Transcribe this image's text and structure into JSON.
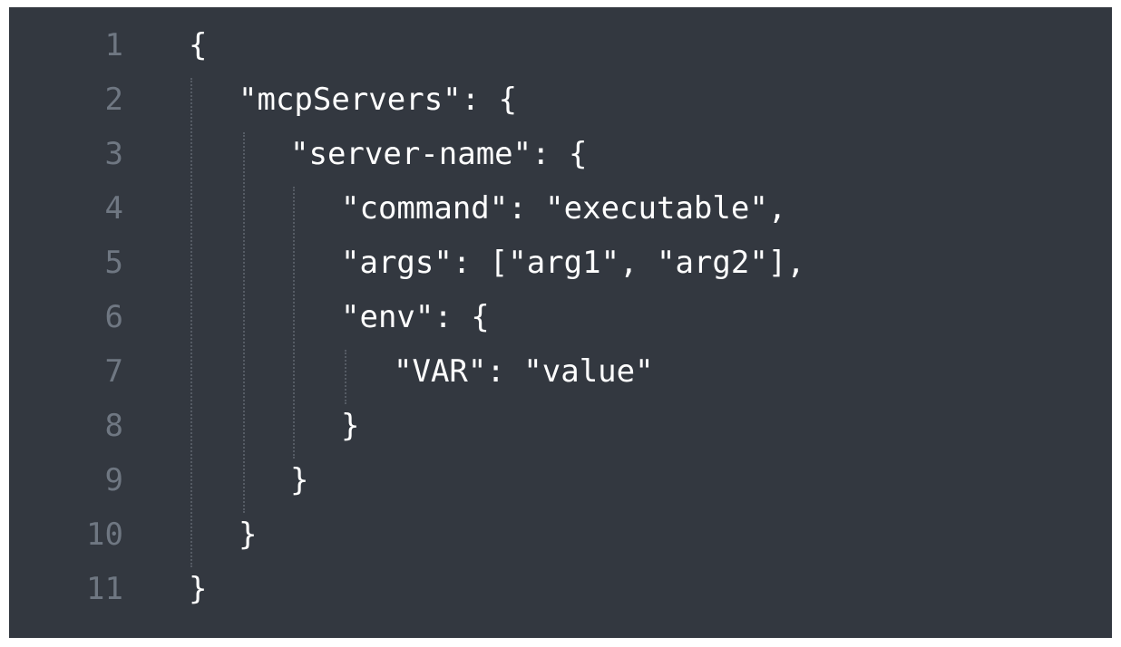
{
  "editor": {
    "background": "#333840",
    "gutter_color": "#6f7782",
    "text_color": "#ffffff",
    "lines": [
      {
        "number": "1",
        "text": "{"
      },
      {
        "number": "2",
        "text": "\"mcpServers\": {"
      },
      {
        "number": "3",
        "text": "\"server-name\": {"
      },
      {
        "number": "4",
        "text": "\"command\": \"executable\","
      },
      {
        "number": "5",
        "text": "\"args\": [\"arg1\", \"arg2\"],"
      },
      {
        "number": "6",
        "text": "\"env\": {"
      },
      {
        "number": "7",
        "text": "\"VAR\": \"value\""
      },
      {
        "number": "8",
        "text": "}"
      },
      {
        "number": "9",
        "text": "}"
      },
      {
        "number": "10",
        "text": "}"
      },
      {
        "number": "11",
        "text": "}"
      }
    ]
  }
}
